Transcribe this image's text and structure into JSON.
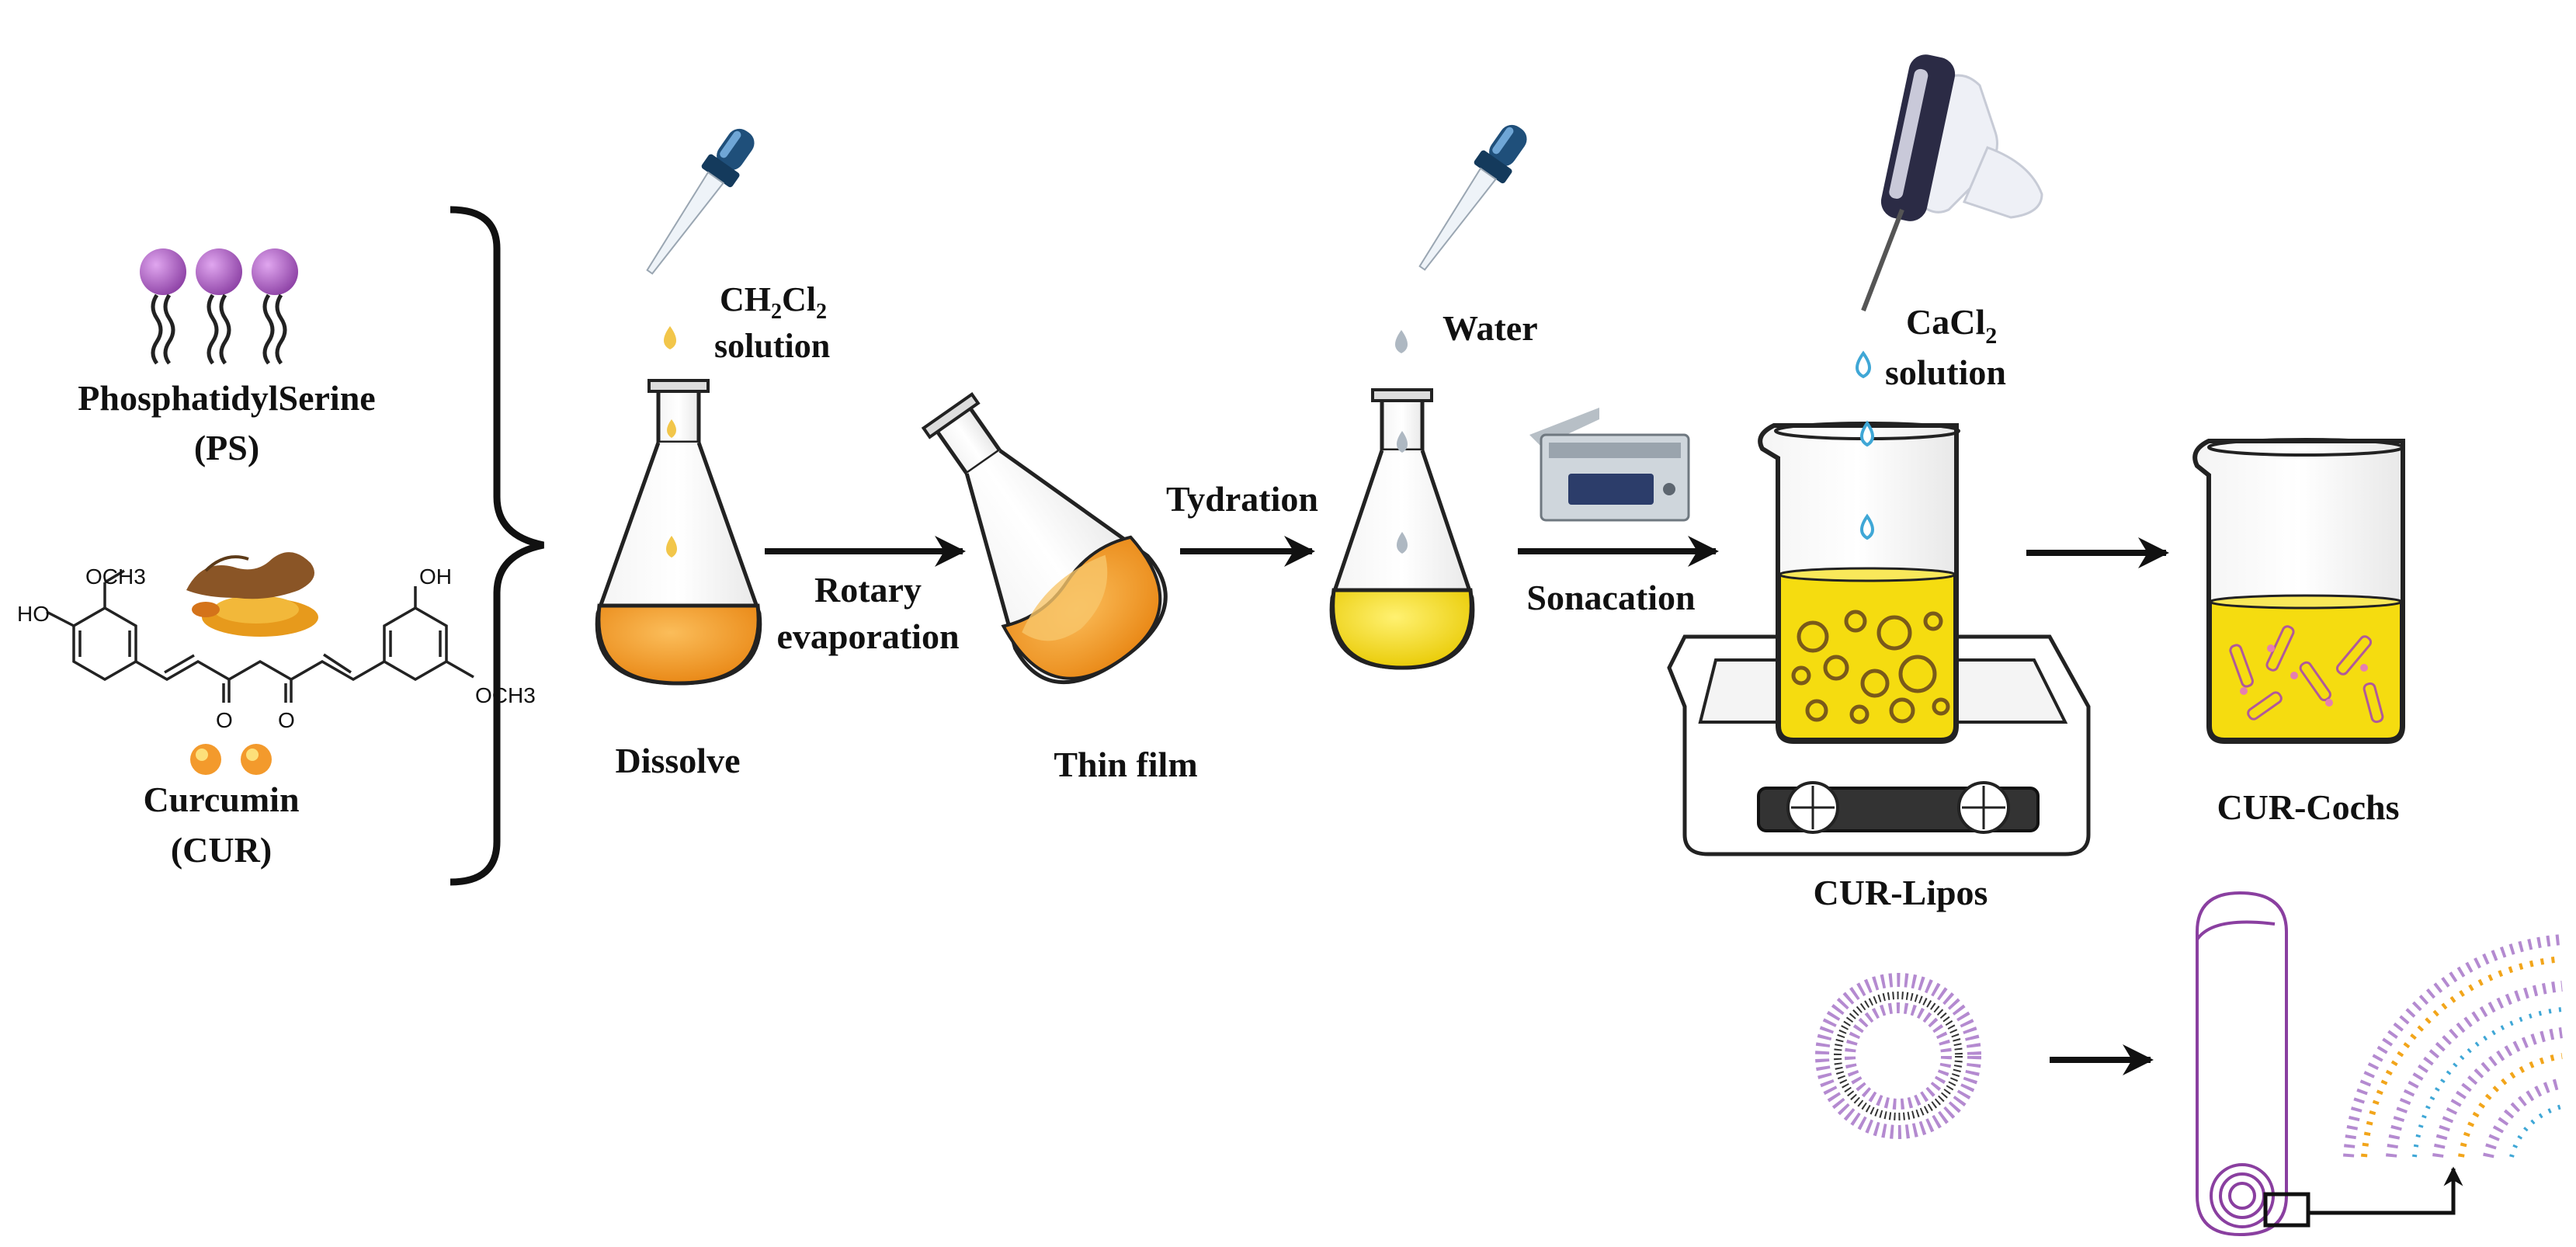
{
  "components": {
    "ps_name": "PhosphatidylSerine",
    "ps_abbr": "(PS)",
    "cur_name": "Curcumin",
    "cur_abbr": "(CUR)",
    "cur_atoms": {
      "och3_left": "OCH3",
      "ho_left": "HO",
      "oh_right": "OH",
      "och3_right": "OCH3",
      "o1": "O",
      "o2": "O"
    }
  },
  "reagents": {
    "ch2cl2": {
      "base": "CH",
      "sub1": "2",
      "mid": "Cl",
      "sub2": "2",
      "line2": "solution"
    },
    "water": "Water",
    "cacl2": {
      "base": "CaCl",
      "sub": "2",
      "line2": "solution"
    }
  },
  "steps": {
    "rotary_line1": "Rotary",
    "rotary_line2": "evaporation",
    "tydration": "Tydration",
    "sonacation": "Sonacation"
  },
  "stages": {
    "dissolve": "Dissolve",
    "thin_film": "Thin film",
    "cur_lipos": "CUR-Lipos",
    "cur_cochs": "CUR-Cochs"
  },
  "colors": {
    "lipid_head": "#a060b8",
    "orange_liquid": "#f39a2c",
    "yellow_liquid": "#f5dc10",
    "drop_yellow": "#f2c64a",
    "drop_gray": "#aeb8c2",
    "drop_blue": "#3fa7d6",
    "cochleate_purple": "#8a3fa0"
  }
}
